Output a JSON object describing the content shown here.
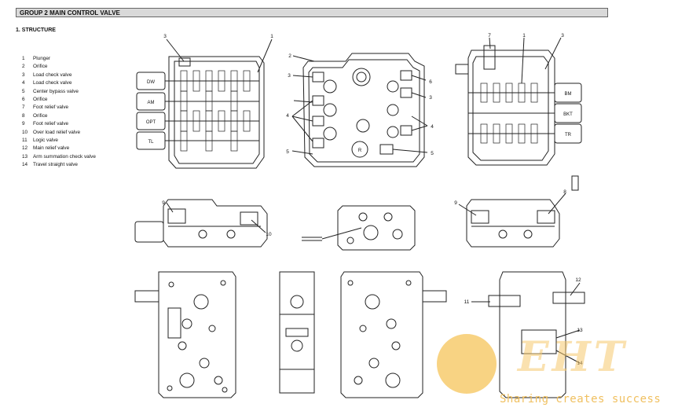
{
  "header": {
    "group_title": "GROUP 2 MAIN CONTROL VALVE"
  },
  "section": {
    "title": "1. STRUCTURE"
  },
  "parts": [
    {
      "num": "1",
      "name": "Plunger"
    },
    {
      "num": "2",
      "name": "Orifice"
    },
    {
      "num": "3",
      "name": "Load check valve"
    },
    {
      "num": "4",
      "name": "Load check valve"
    },
    {
      "num": "5",
      "name": "Center bypass valve"
    },
    {
      "num": "6",
      "name": "Orifice"
    },
    {
      "num": "7",
      "name": "Foot relief valve"
    },
    {
      "num": "8",
      "name": "Orifice"
    },
    {
      "num": "9",
      "name": "Foot relief valve"
    },
    {
      "num": "10",
      "name": "Over load relief valve"
    },
    {
      "num": "11",
      "name": "Logic valve"
    },
    {
      "num": "12",
      "name": "Main relief valve"
    },
    {
      "num": "13",
      "name": "Arm summation check valve"
    },
    {
      "num": "14",
      "name": "Travel straight valve"
    }
  ],
  "left_view": {
    "spool_labels": [
      "DW",
      "AM",
      "OPT",
      "TL"
    ],
    "callouts": [
      "3",
      "1"
    ]
  },
  "center_view": {
    "port_label": "R",
    "callouts": [
      "2",
      "3",
      "4",
      "5",
      "6",
      "3",
      "4",
      "5"
    ]
  },
  "right_view": {
    "spool_labels": [
      "BM",
      "BKT",
      "TR"
    ],
    "callouts": [
      "7",
      "1",
      "3"
    ]
  },
  "side_views": {
    "callouts": [
      "9",
      "10",
      "9",
      "8"
    ]
  },
  "bottom_views": {
    "callouts": [
      "12",
      "11",
      "13",
      "14"
    ]
  },
  "watermark": {
    "text": "Sharing creates success",
    "logo": "EHT"
  },
  "colors": {
    "line": "#222222",
    "header_bg": "#d9d9d9",
    "watermark": "#f0c060"
  }
}
